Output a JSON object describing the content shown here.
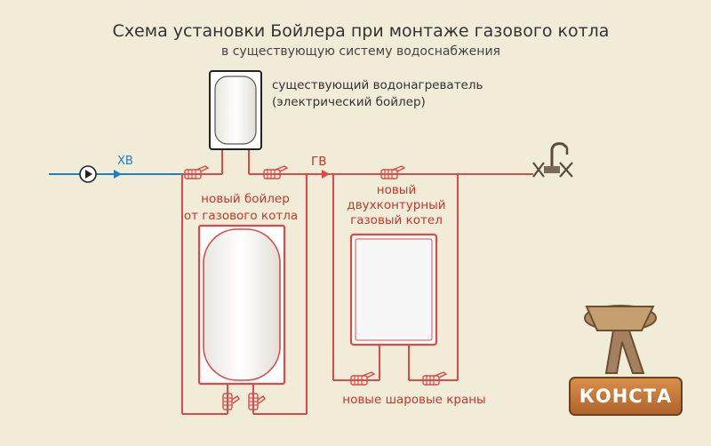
{
  "title": "Схема установки Бойлера при  монтаже газового котла",
  "subtitle": "в существующую систему водоснабжения",
  "existing_heater": {
    "line1": "существующий водонагреватель",
    "line2": "(электрический бойлер)"
  },
  "cold_water_label": "ХВ",
  "hot_water_label": "ГВ",
  "new_boiler": {
    "line1": "новый бойлер",
    "line2": "от газового котла"
  },
  "gas_boiler": {
    "line1": "новый",
    "line2": "двухконтурный",
    "line3": "газовый котел"
  },
  "ball_valves_label": "новые шаровые краны",
  "logo": {
    "text": "КОНСТА"
  },
  "colors": {
    "background": "#f1ecd8",
    "cold_pipe": "#1f7fc0",
    "hot_pipe": "#d94a4a",
    "red_text": "#c0392b",
    "logo_plate": "#c97a3a"
  }
}
